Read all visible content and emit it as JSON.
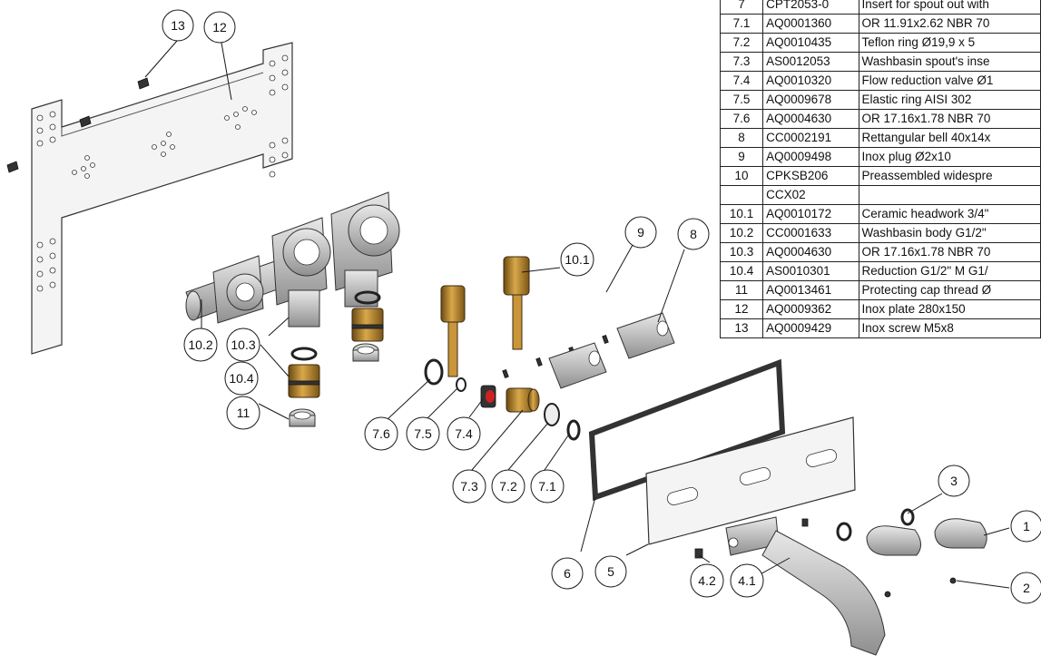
{
  "parts_table": {
    "rows": [
      {
        "ref": "7",
        "code": "CPT2053-0",
        "desc": "Insert for spout out with"
      },
      {
        "ref": "7.1",
        "code": "AQ0001360",
        "desc": "OR 11.91x2.62 NBR 70"
      },
      {
        "ref": "7.2",
        "code": "AQ0010435",
        "desc": "Teflon ring Ø19,9 x 5"
      },
      {
        "ref": "7.3",
        "code": "AS0012053",
        "desc": "Washbasin spout's inse"
      },
      {
        "ref": "7.4",
        "code": "AQ0010320",
        "desc": "Flow reduction valve Ø1"
      },
      {
        "ref": "7.5",
        "code": "AQ0009678",
        "desc": "Elastic ring AISI 302"
      },
      {
        "ref": "7.6",
        "code": "AQ0004630",
        "desc": "OR 17.16x1.78 NBR 70"
      },
      {
        "ref": "8",
        "code": "CC0002191",
        "desc": "Rettangular bell 40x14x"
      },
      {
        "ref": "9",
        "code": "AQ0009498",
        "desc": "Inox plug Ø2x10"
      },
      {
        "ref": "10",
        "code": "CPKSB206",
        "desc": "Preassembled widespre"
      },
      {
        "ref": "",
        "code": "CCX02",
        "desc": ""
      },
      {
        "ref": "10.1",
        "code": "AQ0010172",
        "desc": "Ceramic headwork 3/4\""
      },
      {
        "ref": "10.2",
        "code": "CC0001633",
        "desc": "Washbasin body G1/2\""
      },
      {
        "ref": "10.3",
        "code": "AQ0004630",
        "desc": "OR 17.16x1.78 NBR 70"
      },
      {
        "ref": "10.4",
        "code": "AS0010301",
        "desc": "Reduction G1/2\" M G1/"
      },
      {
        "ref": "11",
        "code": "AQ0013461",
        "desc": "Protecting cap thread Ø"
      },
      {
        "ref": "12",
        "code": "AQ0009362",
        "desc": "Inox plate 280x150"
      },
      {
        "ref": "13",
        "code": "AQ0009429",
        "desc": "Inox screw M5x8"
      }
    ]
  },
  "callouts": {
    "c13": "13",
    "c12": "12",
    "c10_2": "10.2",
    "c10_3": "10.3",
    "c10_4": "10.4",
    "c11": "11",
    "c10_1": "10.1",
    "c9": "9",
    "c8": "8",
    "c7_6": "7.6",
    "c7_5": "7.5",
    "c7_4": "7.4",
    "c7_3": "7.3",
    "c7_2": "7.2",
    "c7_1": "7.1",
    "c6": "6",
    "c5": "5",
    "c4_2": "4.2",
    "c4_1": "4.1",
    "c3": "3",
    "c1": "1",
    "c2": "2"
  },
  "colors": {
    "brass": "#b8862b",
    "metal": "#c9c9c9",
    "gasket": "#333333",
    "valve_red": "#cc2222"
  }
}
